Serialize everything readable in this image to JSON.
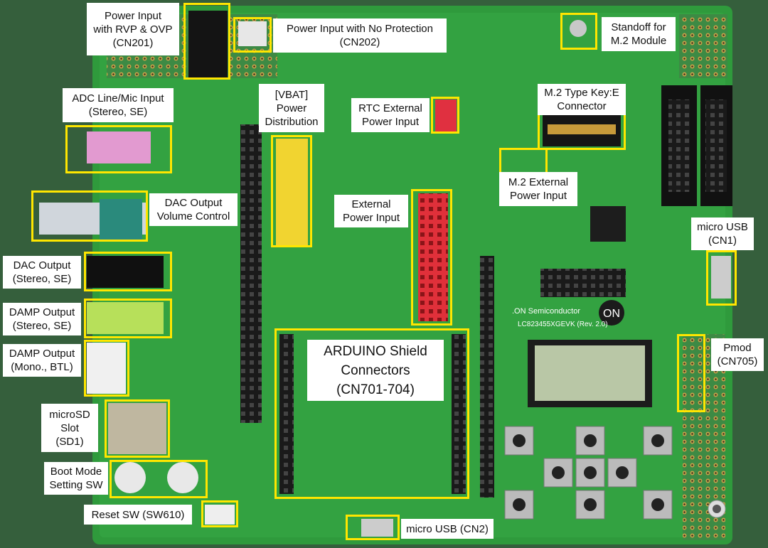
{
  "labels": {
    "power_rvp_ovp": [
      "Power Input",
      "with RVP & OVP",
      "(CN201)"
    ],
    "power_no_protection": [
      "Power Input with No Protection",
      "(CN202)"
    ],
    "standoff": [
      "Standoff for",
      "M.2 Module"
    ],
    "adc_input": [
      "ADC Line/Mic Input",
      "(Stereo, SE)"
    ],
    "vbat": [
      "[VBAT]",
      "Power",
      "Distribution"
    ],
    "rtc_external": [
      "RTC External",
      "Power Input"
    ],
    "m2_connector": [
      "M.2 Type Key:E",
      "Connector"
    ],
    "m2_external": [
      "M.2 External",
      "Power Input"
    ],
    "dac_volume": [
      "DAC Output",
      "Volume Control"
    ],
    "external_power": [
      "External",
      "Power Input"
    ],
    "micro_usb_cn1": [
      "micro USB",
      "(CN1)"
    ],
    "dac_output": [
      "DAC Output",
      "(Stereo, SE)"
    ],
    "damp_stereo": [
      "DAMP Output",
      "(Stereo, SE)"
    ],
    "damp_mono": [
      "DAMP Output",
      "(Mono., BTL)"
    ],
    "arduino": [
      "ARDUINO Shield",
      "Connectors",
      "(CN701-704)"
    ],
    "pmod": [
      "Pmod",
      "(CN705)"
    ],
    "microsd": [
      "microSD",
      "Slot",
      "(SD1)"
    ],
    "boot_mode": [
      "Boot Mode",
      "Setting SW"
    ],
    "reset_sw": [
      "Reset SW (SW610)"
    ],
    "micro_usb_cn2": [
      "micro USB (CN2)"
    ]
  },
  "silkscreen": {
    "brand": ".ON Semiconductor",
    "board_id": "LC823455XGEVK (Rev. 2.0)",
    "logo": "ON"
  },
  "colors": {
    "highlight": "#ffe600",
    "pcb": "#2f6b3a",
    "label_bg": "#ffffff"
  }
}
